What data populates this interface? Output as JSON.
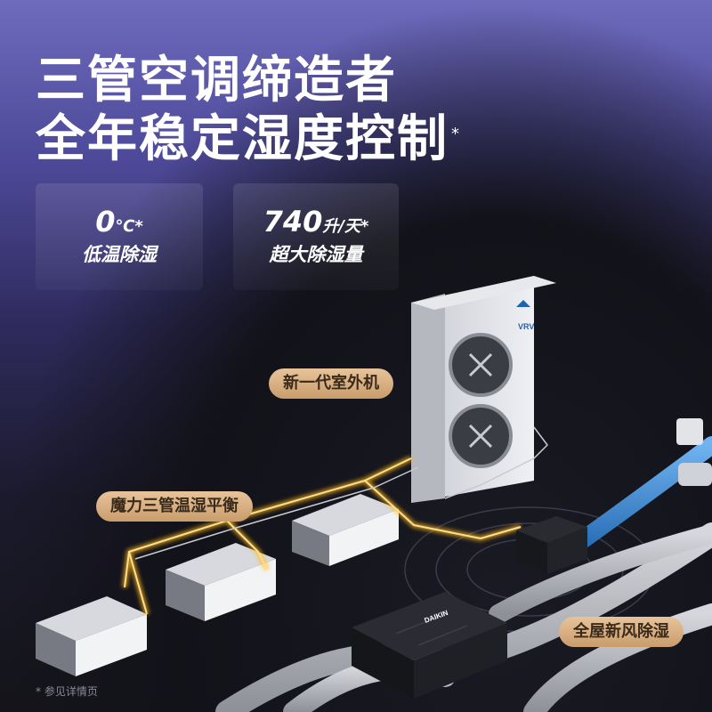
{
  "headline": {
    "line1": "三管空调缔造者",
    "line2": "全年稳定湿度控制",
    "line2_mark": "*"
  },
  "stats": [
    {
      "value": "0",
      "unit": "℃",
      "mark": "*",
      "label": "低温除湿"
    },
    {
      "value": "740",
      "unit": "升/天",
      "mark": "*",
      "label": "超大除湿量"
    }
  ],
  "callouts": {
    "outdoor_unit": "新一代室外机",
    "three_pipe": "魔力三管温湿平衡",
    "fresh_air": "全屋新风除湿"
  },
  "outdoor_unit_badge": "VRV",
  "fresh_air_unit_brand": "DAIKIN",
  "footnote": "* 参见详情页",
  "colors": {
    "accent_glow": "#ffb81c",
    "pill": "#d9b083",
    "duct_blue": "#3f8ed8"
  }
}
